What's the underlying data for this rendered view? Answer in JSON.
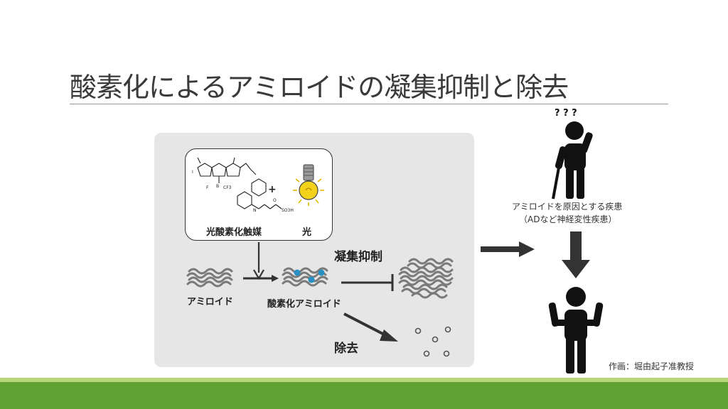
{
  "title": "酸素化によるアミロイドの凝集抑制と除去",
  "reagent": {
    "photocatalyst_label": "光酸素化触媒",
    "light_label": "光",
    "plus": "+"
  },
  "flow": {
    "amyloid_label": "アミロイド",
    "oxygenated_label": "酸素化アミロイド",
    "suppression_label": "凝集抑制",
    "removal_label": "除去"
  },
  "outcome": {
    "disease_line1": "アミロイドを原因とする疾患",
    "disease_line2": "（ADなど神経変性疾患）",
    "question_marks": "? ? ?"
  },
  "credit": "作画：堀由起子准教授",
  "colors": {
    "panel": "#e6e6e6",
    "arrow": "#333333",
    "fibril": "#7a7a7a",
    "oxygen_dot": "#2a8fc2",
    "bulb": "#f2d21a",
    "figure": "#111111",
    "bottom_band": "#5fa132"
  }
}
